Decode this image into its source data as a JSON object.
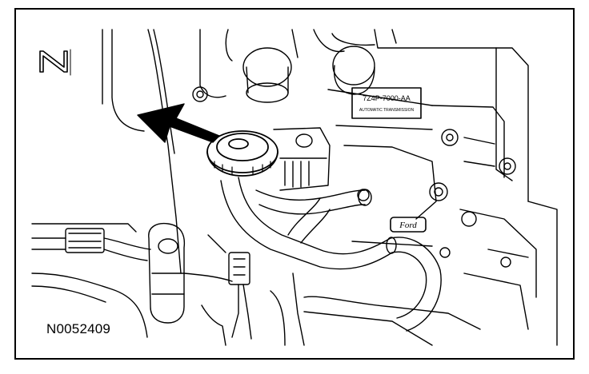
{
  "figure": {
    "id": "N0052409",
    "label_top": "7Z4P-7000-AA",
    "label_sub": "AUTOMATIC TRANSMISSION",
    "brand": "Ford",
    "view_marker": "N"
  },
  "colors": {
    "ink": "#000000",
    "paper": "#ffffff"
  }
}
